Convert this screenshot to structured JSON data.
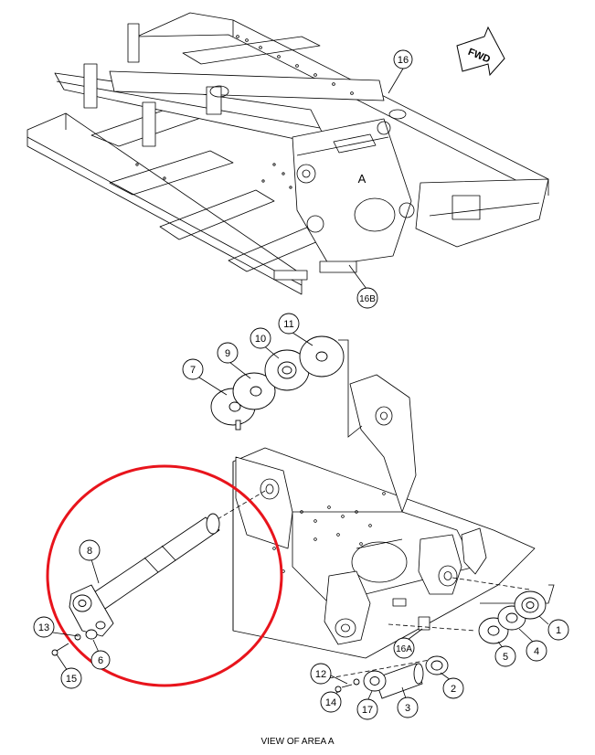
{
  "figure": {
    "caption": "VIEW OF AREA A",
    "area_marker": "A",
    "direction_label": "FWD",
    "callouts": [
      {
        "id": "c16",
        "label": "16"
      },
      {
        "id": "c16b",
        "label": "16B"
      },
      {
        "id": "c7",
        "label": "7"
      },
      {
        "id": "c9",
        "label": "9"
      },
      {
        "id": "c10",
        "label": "10"
      },
      {
        "id": "c11",
        "label": "11"
      },
      {
        "id": "c8",
        "label": "8"
      },
      {
        "id": "c13",
        "label": "13"
      },
      {
        "id": "c6",
        "label": "6"
      },
      {
        "id": "c15",
        "label": "15"
      },
      {
        "id": "c12",
        "label": "12"
      },
      {
        "id": "c14",
        "label": "14"
      },
      {
        "id": "c17",
        "label": "17"
      },
      {
        "id": "c3",
        "label": "3"
      },
      {
        "id": "c2",
        "label": "2"
      },
      {
        "id": "c16a",
        "label": "16A"
      },
      {
        "id": "c5",
        "label": "5"
      },
      {
        "id": "c4",
        "label": "4"
      },
      {
        "id": "c1",
        "label": "1"
      }
    ],
    "highlight_color": "#e8141c",
    "line_color": "#000000"
  }
}
